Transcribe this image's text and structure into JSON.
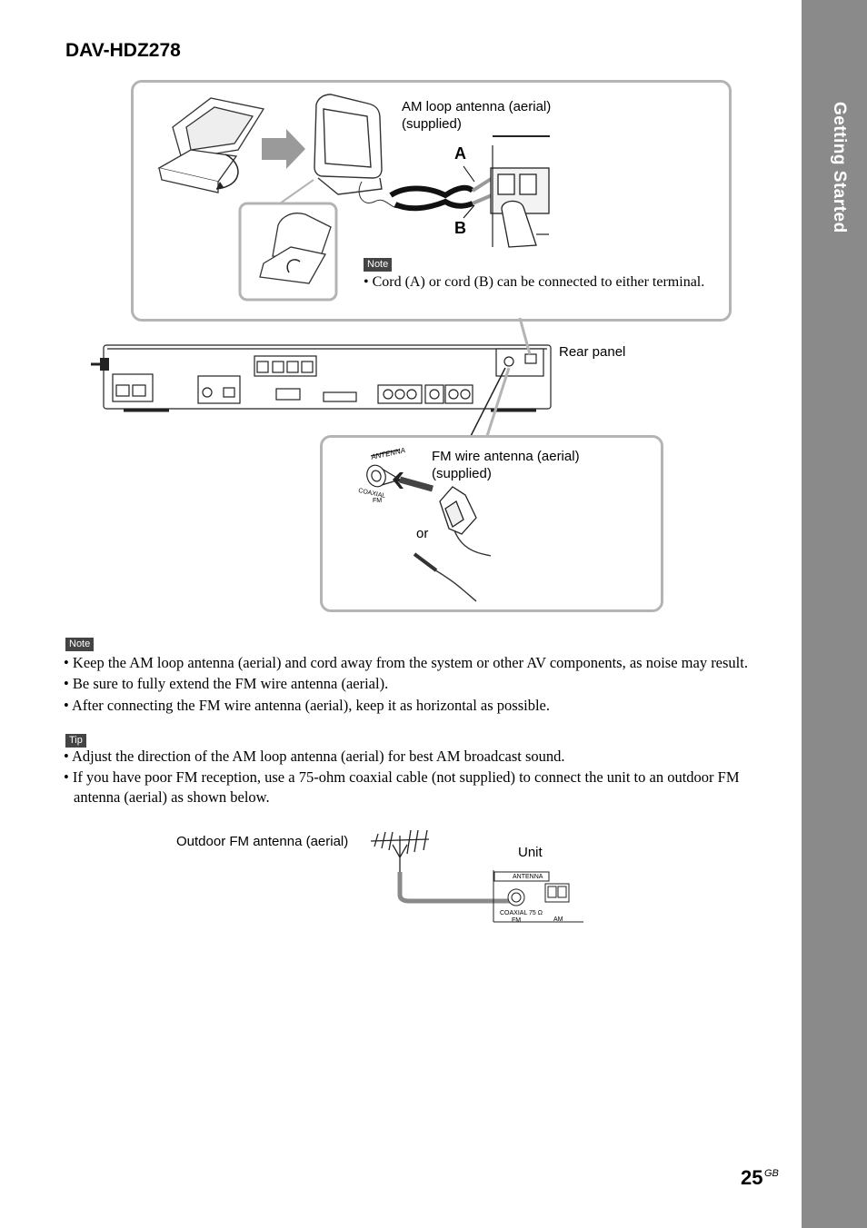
{
  "section_tab": "Getting Started",
  "model_title": "DAV-HDZ278",
  "diagram": {
    "am_antenna_label": "AM loop antenna (aerial)\n(supplied)",
    "label_a": "A",
    "label_b": "B",
    "callout_note_badge": "Note",
    "callout_note_text": "• Cord (A) or cord (B) can be connected to either terminal.",
    "rear_panel_label": "Rear panel",
    "fm_antenna_label": "FM wire antenna (aerial)\n(supplied)",
    "or_label": "or",
    "antenna_jack_label": "ANTENNA",
    "coaxial_label": "COAXIAL",
    "fm_label": "FM"
  },
  "note": {
    "badge": "Note",
    "items": [
      "• Keep the AM loop antenna (aerial) and cord away from the system or other AV components, as noise may result.",
      "• Be sure to fully extend the FM wire antenna (aerial).",
      "• After connecting the FM wire antenna (aerial), keep it as horizontal as possible."
    ]
  },
  "tip": {
    "badge": "Tip",
    "items": [
      "• Adjust the direction of the AM loop antenna (aerial) for best AM broadcast sound.",
      "• If you have poor FM reception, use a 75-ohm coaxial cable (not supplied) to connect the unit to an outdoor FM antenna (aerial) as shown below."
    ]
  },
  "bottom_diagram": {
    "outdoor_label": "Outdoor FM antenna (aerial)",
    "unit_label": "Unit",
    "panel_title": "ANTENNA",
    "coaxial_label": "COAXIAL 75 Ω",
    "fm_label": "FM",
    "am_label": "AM"
  },
  "page_number": "25",
  "page_suffix": "GB"
}
